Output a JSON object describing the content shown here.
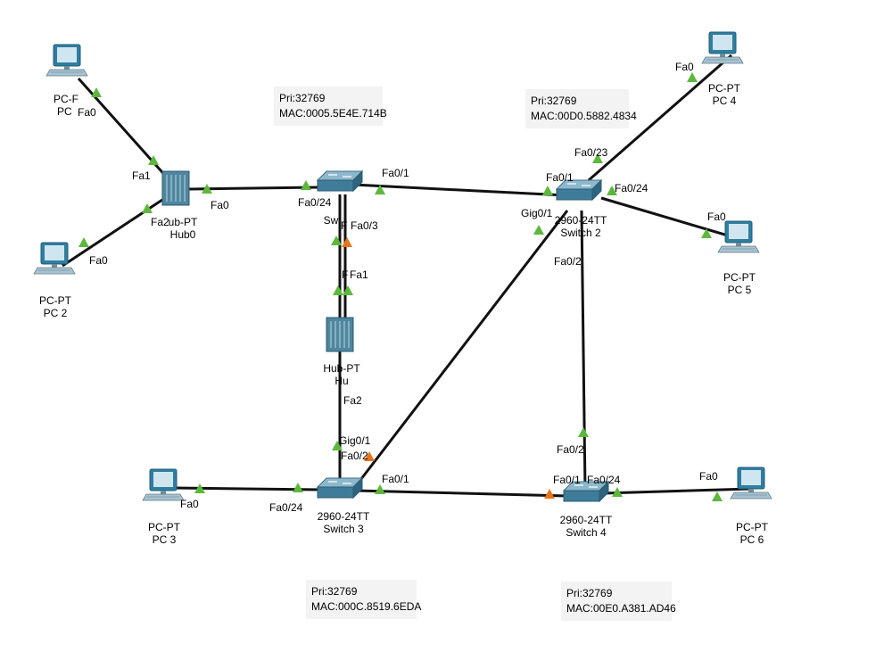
{
  "colors": {
    "link": "#111111",
    "up": "#5cb83c",
    "down": "#e8731a",
    "pc": "#3a8fb0",
    "switch": "#4c8aa8",
    "hub": "#5a8ea6"
  },
  "devices": {
    "pc0": {
      "type_label": "PC-F",
      "name": "PC"
    },
    "pc2": {
      "type_label": "PC-PT",
      "name": "PC 2"
    },
    "pc3": {
      "type_label": "PC-PT",
      "name": "PC 3"
    },
    "pc4": {
      "type_label": "PC-PT",
      "name": "PC 4"
    },
    "pc5": {
      "type_label": "PC-PT",
      "name": "PC 5"
    },
    "pc6": {
      "type_label": "PC-PT",
      "name": "PC 6"
    },
    "hub0": {
      "type_label": "ub-PT",
      "name": "Hub0"
    },
    "hub1": {
      "type_label": "Hub-PT",
      "name": "Hu"
    },
    "sw1": {
      "type_label": "",
      "name": "Sw"
    },
    "sw2": {
      "type_label": "2960-24TT",
      "name": "Switch 2"
    },
    "sw3": {
      "type_label": "2960-24TT",
      "name": "Switch 3"
    },
    "sw4": {
      "type_label": "2960-24TT",
      "name": "Switch 4"
    }
  },
  "ports": {
    "pc0_fa0": "Fa0",
    "pc2_fa0": "Fa0",
    "pc3_fa0": "Fa0",
    "pc4_fa0": "Fa0",
    "pc5_fa0": "Fa0",
    "pc6_fa0": "Fa0",
    "hub0_fa1": "Fa1",
    "hub0_fa2": "Fa2",
    "hub0_fa0": "Fa0",
    "sw1_fa024": "Fa0/24",
    "sw1_fa01": "Fa0/1",
    "sw1_fa03": "Fa0/3",
    "sw1_f": "F",
    "hub1_f": "F",
    "hub1_fa1": "Fa1",
    "hub1_fa2": "Fa2",
    "sw2_fa023": "Fa0/23",
    "sw2_fa01": "Fa0/1",
    "sw2_fa024": "Fa0/24",
    "sw2_gig01": "Gig0/1",
    "sw2_fa02": "Fa0/2",
    "sw3_gig01": "Gig0/1",
    "sw3_fa02": "Fa0/2",
    "sw3_fa024": "Fa0/24",
    "sw3_fa01": "Fa0/1",
    "sw4_fa02": "Fa0/2",
    "sw4_fa01": "Fa0/1",
    "sw4_fa024": "Fa0/24"
  },
  "info_boxes": {
    "sw1": {
      "pri": "Pri:32769",
      "mac": "MAC:0005.5E4E.714B"
    },
    "sw2": {
      "pri": "Pri:32769",
      "mac": "MAC:00D0.5882.4834"
    },
    "sw3": {
      "pri": "Pri:32769",
      "mac": "MAC:000C.8519.6EDA"
    },
    "sw4": {
      "pri": "Pri:32769",
      "mac": "MAC:00E0.A381.AD46"
    }
  }
}
